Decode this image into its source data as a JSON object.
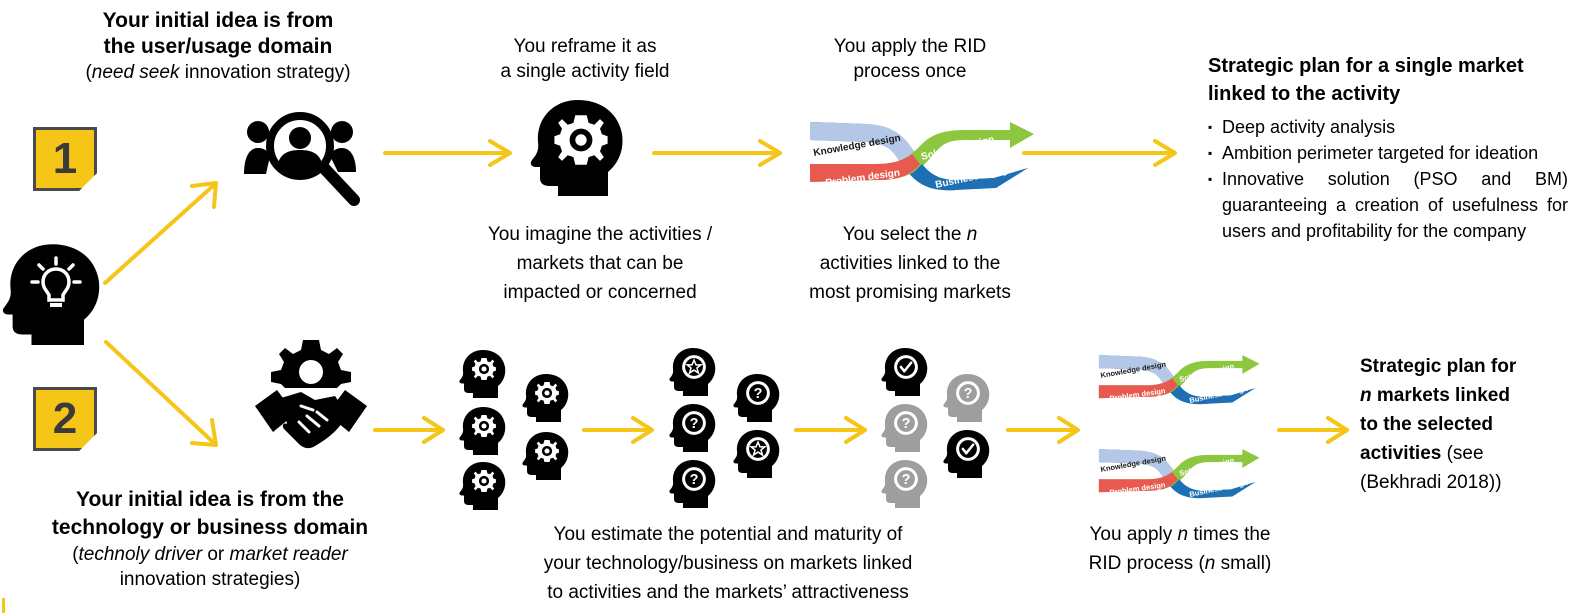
{
  "badges": {
    "one": "1",
    "two": "2"
  },
  "colors": {
    "arrow": "#f5c518",
    "badge": "#f5c518",
    "icon": "#000000",
    "grey_icon": "#9e9e9e",
    "knowledge": "#b4c7e7",
    "problem": "#e85a4f",
    "solution": "#8dc63f",
    "business": "#1f6fb5"
  },
  "path1": {
    "origin_title": "Your initial idea is from the user/usage domain",
    "origin_title_line1": "Your initial idea is from",
    "origin_title_line2": "the user/usage domain",
    "origin_sub_open": "(",
    "origin_sub_em": "need seek",
    "origin_sub_rest": " innovation strategy)",
    "reframe_line1": "You reframe it as",
    "reframe_line2": "a single activity field",
    "imagine_line1": "You imagine the activities /",
    "imagine_line2": "markets that can be",
    "imagine_line3": "impacted or concerned",
    "apply_line1": "You apply the RID",
    "apply_line2": "process once",
    "select_line1_a": "You select the ",
    "select_line1_n": "n",
    "select_line2": "activities linked to the",
    "select_line3": "most promising markets",
    "result_title_line1": "Strategic plan for a single market",
    "result_title_line2": "linked to the activity",
    "bullets": [
      "Deep activity analysis",
      "Ambition perimeter targeted for ideation",
      "Innovative solution (PSO and BM) guaranteeing a creation of usefulness for users and profitability for the company"
    ]
  },
  "path2": {
    "origin_title_line1": "Your initial idea is from the",
    "origin_title_line2": "technology or business domain",
    "origin_sub_open": "(",
    "origin_sub_em1": "technoly driver",
    "origin_sub_or": " or ",
    "origin_sub_em2": "market reader",
    "origin_sub_line2": "innovation strategies)",
    "estimate_line1": "You estimate the potential and maturity of",
    "estimate_line2": "your technology/business on markets linked",
    "estimate_line3": "to activities and the markets’ attractiveness",
    "apply_line1_a": "You apply ",
    "apply_line1_n": "n",
    "apply_line1_b": " times the",
    "apply_line2_a": "RID process (",
    "apply_line2_n": "n",
    "apply_line2_b": " small)",
    "result_line1": "Strategic plan for",
    "result_line2_n": "n",
    "result_line2_b": " markets linked",
    "result_line3": "to the selected",
    "result_line4_a": "activities",
    "result_line4_b": " (see",
    "result_line5": "(Bekhradi 2018))"
  },
  "rid": {
    "knowledge": "Knowledge design",
    "problem": "Problem design",
    "solution": "Solution design",
    "business": "Business design"
  },
  "icons": {
    "idea": "head-lightbulb-icon",
    "user_search": "users-magnifier-icon",
    "gear_head": "head-gear-icon",
    "gear_handshake": "gear-handshake-icon",
    "head_grid_gears": "head-gear-icon",
    "head_grid_question": "head-question-icon",
    "head_grid_star": "head-star-icon",
    "head_grid_check": "head-check-icon"
  }
}
